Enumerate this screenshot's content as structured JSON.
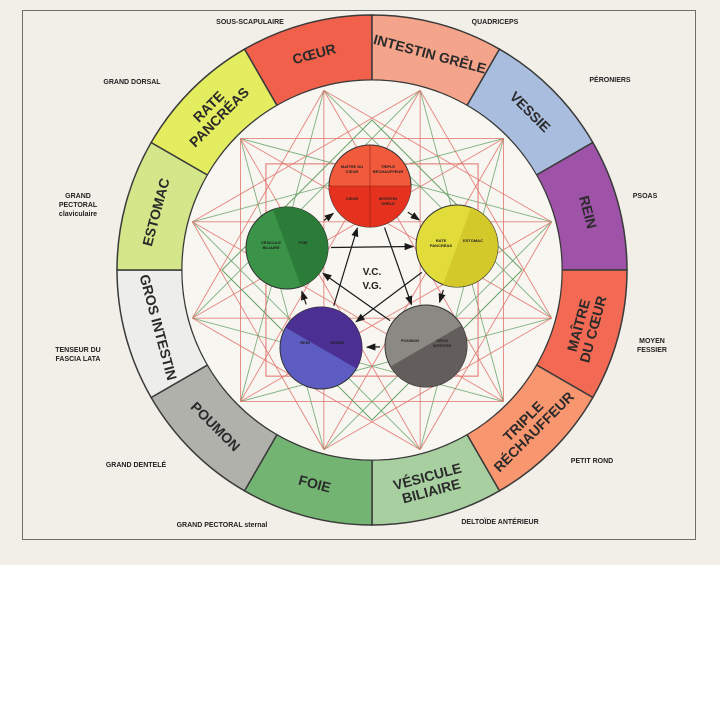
{
  "colors": {
    "poster_bg": "#f1efe8",
    "fire": "#f25a3c",
    "earth": "#e2dc3a",
    "metal": "#7b7b7b",
    "water": "#5a5ab5",
    "wood": "#2f8a3f",
    "line_red": "#e2706a",
    "line_green": "#6aa36a"
  },
  "ring": {
    "segments": [
      {
        "label": [
          "CŒUR"
        ],
        "color": "#f0604a"
      },
      {
        "label": [
          "INTESTIN GRÊLE"
        ],
        "color": "#f4a48a"
      },
      {
        "label": [
          "VESSIE"
        ],
        "color": "#a9bede"
      },
      {
        "label": [
          "REIN"
        ],
        "color": "#9e53a8"
      },
      {
        "label": [
          "MAÎTRE",
          "DU CŒUR"
        ],
        "color": "#f26a54"
      },
      {
        "label": [
          "TRIPLE",
          "RÉCHAUFFEUR"
        ],
        "color": "#f7966f"
      },
      {
        "label": [
          "VÉSICULE",
          "BILIAIRE"
        ],
        "color": "#a8cfa0"
      },
      {
        "label": [
          "FOIE"
        ],
        "color": "#73b473"
      },
      {
        "label": [
          "POUMON"
        ],
        "color": "#b1b1ac"
      },
      {
        "label": [
          "GROS INTESTIN"
        ],
        "color": "#ededea"
      },
      {
        "label": [
          "ESTOMAC"
        ],
        "color": "#d3e68a"
      },
      {
        "label": [
          "RATE",
          "PANCRÉAS"
        ],
        "color": "#e4ec60"
      }
    ]
  },
  "muscles": [
    {
      "label": [
        "SOUS-SCAPULAIRE"
      ]
    },
    {
      "label": [
        "QUADRICEPS"
      ]
    },
    {
      "label": [
        "PÉRONIERS"
      ]
    },
    {
      "label": [
        "PSOAS"
      ]
    },
    {
      "label": [
        "MOYEN",
        "FESSIER"
      ]
    },
    {
      "label": [
        "PETIT ROND"
      ]
    },
    {
      "label": [
        "DELTOÏDE ANTÉRIEUR"
      ]
    },
    {
      "label": [
        "GRAND PECTORAL sternal"
      ]
    },
    {
      "label": [
        "GRAND DENTELÉ"
      ]
    },
    {
      "label": [
        "TENSEUR DU",
        "FASCIA LATA"
      ]
    },
    {
      "label": [
        "GRAND",
        "PECTORAL",
        "claviculaire"
      ]
    },
    {
      "label": [
        "GRAND DORSAL"
      ]
    }
  ],
  "elements": [
    {
      "name": "fire",
      "color": "#f25a3c",
      "dark": "#e5321f",
      "labels": [
        [
          "MAÎTRE DU",
          "CŒUR"
        ],
        [
          "TRIPLE",
          "RÉCHAUFFEUR"
        ],
        [
          "CŒUR"
        ],
        [
          "INTESTIN",
          "GRÊLE"
        ]
      ]
    },
    {
      "name": "earth",
      "color": "#e2dc3a",
      "dark": "#d1c72a",
      "labels": [
        [
          "RATE",
          "PANCRÉAS"
        ],
        [
          "ESTOMAC"
        ]
      ]
    },
    {
      "name": "metal",
      "color": "#8b8983",
      "dark": "#5e5a56",
      "labels": [
        [
          "POUMON"
        ],
        [
          "GROS",
          "INTESTIN"
        ]
      ]
    },
    {
      "name": "water",
      "color": "#5c5cc2",
      "dark": "#4a2a8e",
      "labels": [
        [
          "REIN"
        ],
        [
          "VESSIE"
        ]
      ]
    },
    {
      "name": "wood",
      "color": "#3a9347",
      "dark": "#2a7a36",
      "labels": [
        [
          "VÉSICULE",
          "BILIAIRE"
        ],
        [
          "FOIE"
        ]
      ]
    }
  ],
  "center": {
    "line1": "V.C.",
    "line2": "V.G."
  }
}
